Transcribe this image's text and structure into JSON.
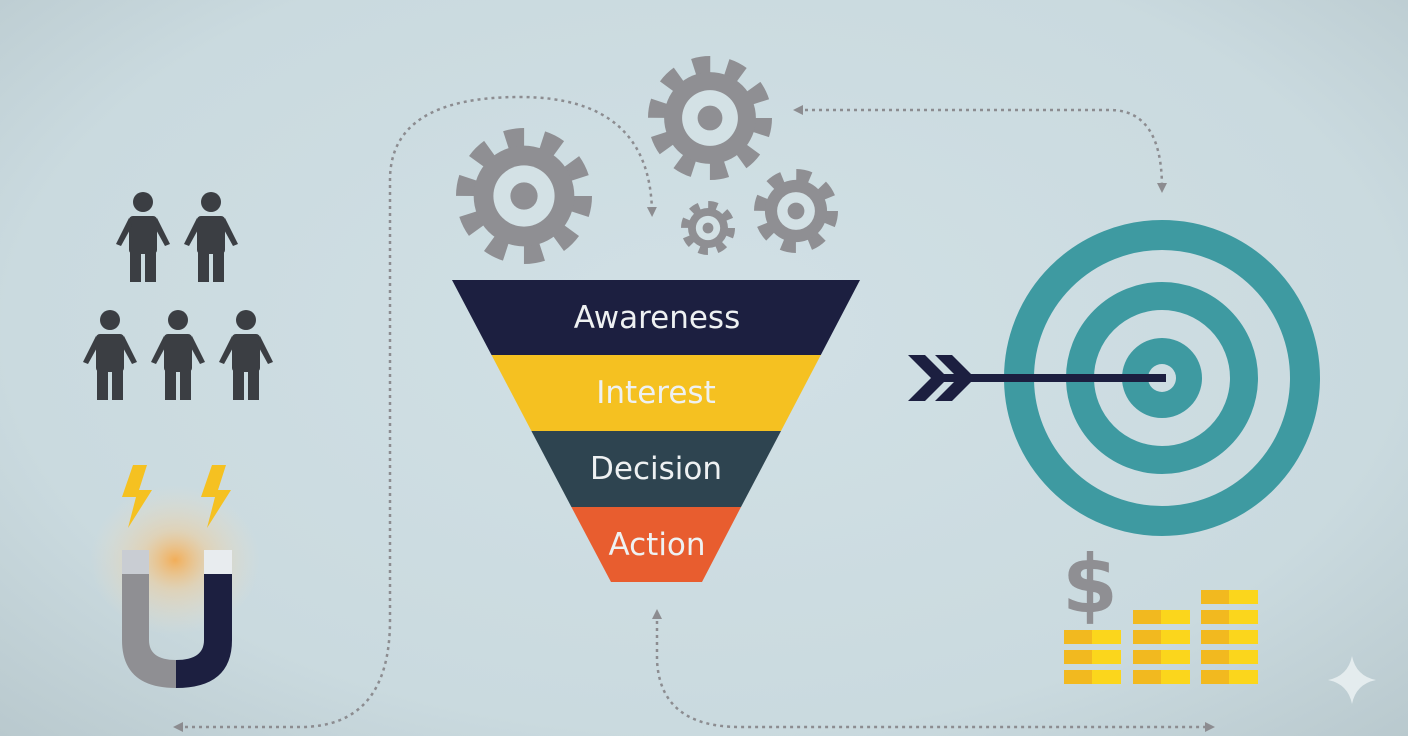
{
  "funnel": {
    "stages": [
      {
        "label": "Awareness",
        "color": "#1c1f40"
      },
      {
        "label": "Interest",
        "color": "#f5c121"
      },
      {
        "label": "Decision",
        "color": "#2e4450"
      },
      {
        "label": "Action",
        "color": "#e85d2f"
      }
    ]
  },
  "revenue": {
    "currency_symbol": "$"
  },
  "colors": {
    "gear": "#8f8f93",
    "people": "#3b3e43",
    "target": "#3e9aa1",
    "arrow": "#1c1f40",
    "coin_dark": "#f2b91f",
    "coin_light": "#fbd61c",
    "dashed": "#8c8c90"
  }
}
